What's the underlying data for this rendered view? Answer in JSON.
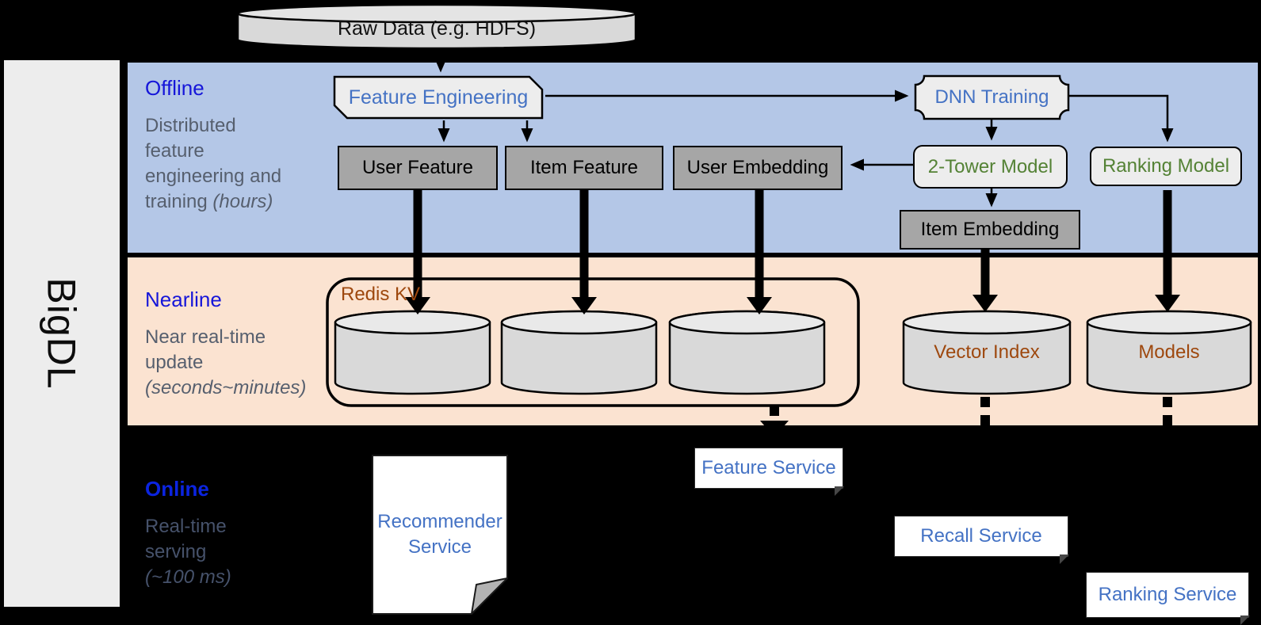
{
  "brand": "BigDL",
  "source": {
    "label": "Raw Data (e.g. HDFS)"
  },
  "lanes": {
    "offline": {
      "title": "Offline",
      "desc": "Distributed feature engineering and training",
      "note": "(hours)"
    },
    "nearline": {
      "title": "Nearline",
      "desc": "Near real-time update",
      "note": "(seconds~minutes)"
    },
    "online": {
      "title": "Online",
      "desc": "Real-time serving",
      "note": "(~100 ms)"
    }
  },
  "nodes": {
    "feature_engineering": "Feature Engineering",
    "dnn_training": "DNN Training",
    "user_feature": "User Feature",
    "item_feature": "Item Feature",
    "user_embedding": "User Embedding",
    "two_tower_model": "2-Tower Model",
    "ranking_model": "Ranking Model",
    "item_embedding": "Item Embedding",
    "redis_kv": "Redis KV",
    "vector_index": "Vector Index",
    "models": "Models",
    "recommender_service": "Recommender Service",
    "feature_service": "Feature Service",
    "recall_service": "Recall Service",
    "ranking_service": "Ranking Service"
  },
  "colors": {
    "offline_band": "#b4c7e7",
    "nearline_band": "#fbe3d1",
    "online_band": "#000000",
    "lane_title_blue": "#1616d9",
    "node_text_blue": "#4472c4",
    "node_text_green": "#548235",
    "node_text_brown": "#9e480e",
    "gray_box_fill": "#a6a6a6",
    "light_box_fill": "#ededed",
    "cylinder_fill": "#d9d9d9",
    "sidebar_fill": "#ededed"
  }
}
